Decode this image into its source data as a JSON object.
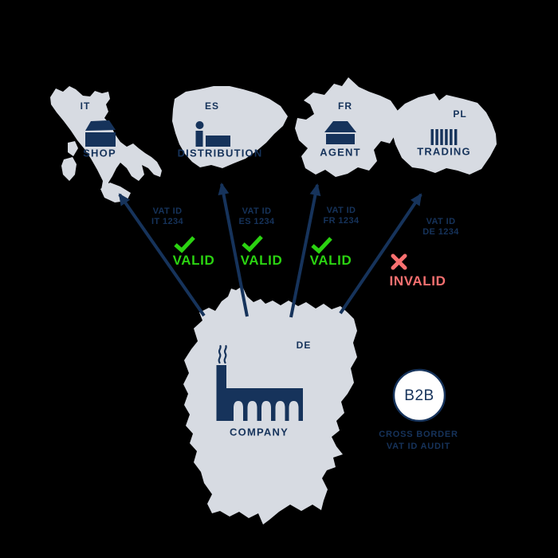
{
  "colors": {
    "background": "#000000",
    "navy": "#16335B",
    "map_fill": "#D7DBE2",
    "valid_green": "#2BD311",
    "invalid_red": "#F87070",
    "badge_fill": "#FFFFFF"
  },
  "countries": [
    {
      "code": "IT",
      "role_label": "SHOP",
      "icon": "box-icon"
    },
    {
      "code": "ES",
      "role_label": "DISTRIBUTION",
      "icon": "bed-icon"
    },
    {
      "code": "FR",
      "role_label": "AGENT",
      "icon": "house-icon"
    },
    {
      "code": "PL",
      "role_label": "TRADING",
      "icon": "barcode-icon"
    }
  ],
  "home_country": {
    "code": "DE",
    "role_label": "COMPANY",
    "icon": "factory-icon"
  },
  "vat_checks": [
    {
      "label_line1": "VAT ID",
      "label_line2": "IT 1234",
      "status_label": "VALID"
    },
    {
      "label_line1": "VAT ID",
      "label_line2": "ES 1234",
      "status_label": "VALID"
    },
    {
      "label_line1": "VAT ID",
      "label_line2": "FR 1234",
      "status_label": "VALID"
    },
    {
      "label_line1": "VAT ID",
      "label_line2": "DE 1234",
      "status_label": "INVALID"
    }
  ],
  "badge": {
    "label": "B2B",
    "caption_line1": "CROSS BORDER",
    "caption_line2": "VAT ID AUDIT"
  }
}
